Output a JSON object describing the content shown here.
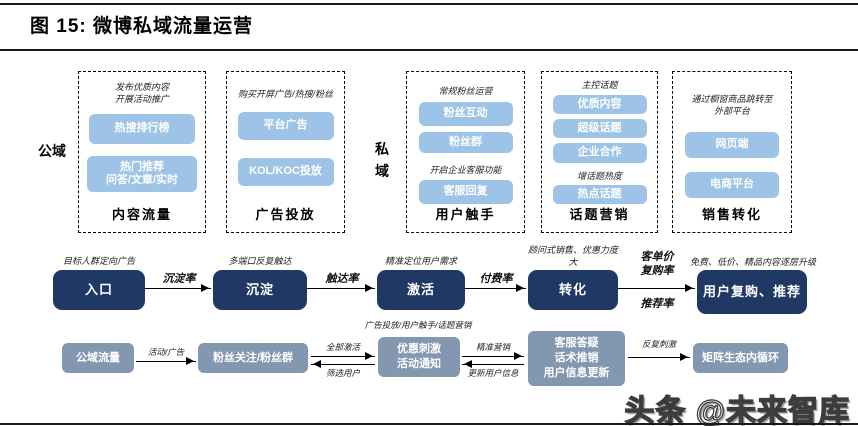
{
  "header": {
    "title": "图 15:  微博私域流量运营"
  },
  "regions": {
    "public": "公域",
    "private": "私域"
  },
  "columns": [
    {
      "top_note": "发布优质内容\n开展活动推广",
      "boxes": [
        "热搜排行榜",
        "热门推荐\n问答/文章/实时"
      ],
      "footer": "内容流量"
    },
    {
      "top_note": "购买开屏广告/热搜/粉丝",
      "boxes": [
        "平台广告",
        "KOL/KOC投放"
      ],
      "footer": "广告投放"
    },
    {
      "top_note": "常规粉丝运营",
      "boxes": [
        "粉丝互动",
        "粉丝群"
      ],
      "mid_note": "开启企业客服功能",
      "boxes2": [
        "客服回复"
      ],
      "footer": "用户触手"
    },
    {
      "top_note": "主控话题",
      "boxes": [
        "优质内容",
        "超级话题",
        "企业合作"
      ],
      "mid_note": "增话题热度",
      "boxes2": [
        "热点话题"
      ],
      "footer": "话题营销"
    },
    {
      "top_note": "通过橱窗商品跳转至\n外部平台",
      "boxes": [
        "网页端",
        "电商平台"
      ],
      "footer": "销售转化"
    }
  ],
  "funnel": {
    "steps": [
      {
        "note": "目标人群定向广告",
        "label": "入口"
      },
      {
        "note": "多端口反复触达",
        "label": "沉淀"
      },
      {
        "note": "精准定位用户需求",
        "label": "激活"
      },
      {
        "note": "顾问式销售、优惠力度\n大",
        "label": "转化"
      },
      {
        "note": "免费、低价、精品内容逐层升级",
        "label": "用户复购、推荐"
      }
    ],
    "arrows": [
      {
        "top": "沉淀率"
      },
      {
        "top": "触达率"
      },
      {
        "top": "付费率"
      },
      {
        "top": "客单价\n复购率",
        "bottom": "推荐率"
      }
    ]
  },
  "loop": {
    "boxes": [
      "公域流量",
      "粉丝关注/粉丝群",
      "优惠刺激\n活动通知",
      "客服答疑\n话术推销\n用户信息更新",
      "矩阵生态内循环"
    ],
    "note_above_stimulus": "广告投放/用户触手/话题营销",
    "arrows": [
      {
        "top": "活动/广告"
      },
      {
        "top": "全部激活",
        "bottom": "筛选用户"
      },
      {
        "top": "精准营销",
        "bottom": "更新用户信息"
      },
      {
        "top": "反复刺激"
      }
    ]
  },
  "watermark": "头条 @未来智库",
  "colors": {
    "light_blue": "#9DC3E6",
    "navy": "#1F3864",
    "gray_blue": "#8497B0",
    "rule": "#1a1a1a"
  }
}
